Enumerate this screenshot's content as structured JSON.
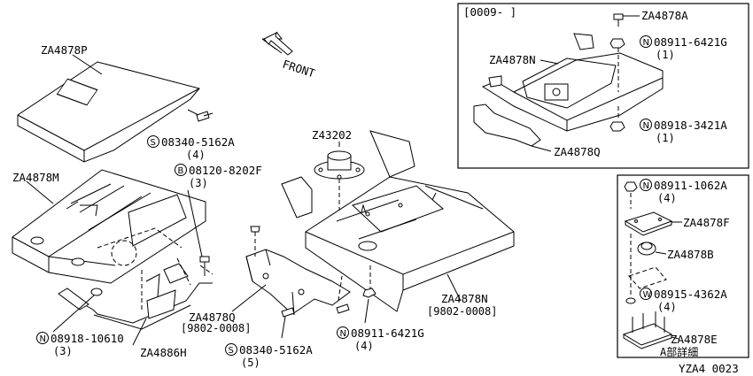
{
  "front_label": "FRONT",
  "inset_top": {
    "date_range": "[0009-      ]",
    "labels": {
      "bolt": "ZA4878A",
      "nut_top_code": "08911-6421G",
      "nut_top_qty": "(1)",
      "bracket": "ZA4878N",
      "nut_bottom_code": "08918-3421A",
      "nut_bottom_qty": "(1)",
      "plate": "ZA4878Q"
    }
  },
  "inset_bottom": {
    "labels": {
      "nut_code": "08911-1062A",
      "nut_qty": "(4)",
      "plate_f": "ZA4878F",
      "bushing_b": "ZA4878B",
      "washer_code": "08915-4362A",
      "washer_qty": "(4)",
      "plate_e": "ZA4878E",
      "detail_caption": "A部詳細"
    }
  },
  "main": {
    "cover": "ZA4878P",
    "screw_code": "08340-5162A",
    "screw_qty": "(4)",
    "frame": "ZA4878M",
    "bolt_code": "08120-8202F",
    "bolt_qty": "(3)",
    "mount": "Z43202",
    "base": "ZA4878N",
    "base_range": "[9802-0008]",
    "nut_code": "08911-6421G",
    "nut_qty": "(4)",
    "plate": "ZA4878Q",
    "plate_range": "[9802-0008]",
    "screw2_code": "08340-5162A",
    "screw2_qty": "(5)",
    "nut2_code": "08918-10610",
    "nut2_qty": "(3)",
    "lever": "ZA4886H"
  },
  "markers": {
    "S": "S",
    "B": "B",
    "N": "N",
    "W": "W"
  },
  "diagram_id": "YZA4  0023"
}
